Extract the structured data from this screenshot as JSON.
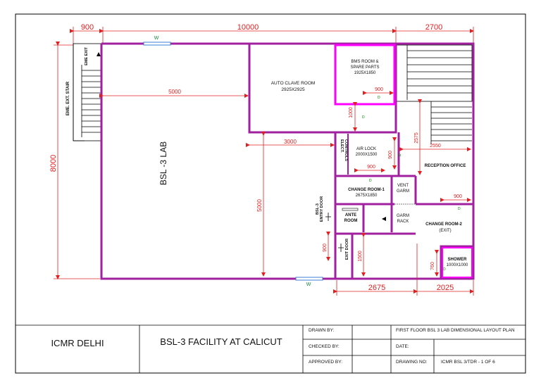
{
  "plan": {
    "lab_label": "BSL -3 LAB",
    "em_exit": "EME EXIT",
    "em_stair": "EME. EXT. STAIR",
    "window_mark": "W",
    "rooms": {
      "bms_title": "BMS ROOM &",
      "bms_title2": "SPARE PARTS",
      "bms_size": "1925X1850",
      "autoclave_title": "AUTO CLAVE ROOM",
      "autoclave_size": "2925X2925",
      "elect_line1": "ELECT.",
      "elect_line2": "CONTROLS",
      "airlock_title": "AIR LOCK",
      "airlock_size": "2000X1500",
      "reception": "RECEPTION OFFICE",
      "change1_title": "CHANGE ROOM-1",
      "change1_size": "2675X1850",
      "vent_line1": "VENT",
      "vent_line2": "GARM",
      "ante_line1": "ANTE",
      "ante_line2": "ROOM",
      "garm_line1": "GARM",
      "garm_line2": "RACK",
      "change2_title": "CHANGE ROOM-2",
      "change2_sub": "(EXIT)",
      "shower_title": "SHOWER",
      "shower_size": "1000X1000",
      "bsl3_entry1": "BSL-3",
      "bsl3_entry2": "ENTRY DOOR",
      "exit_door": "EXIT DOOR",
      "door_mark": "D"
    },
    "dimensions": {
      "top_left": "900",
      "top_mid": "10000",
      "top_right": "2700",
      "left_height": "8000",
      "lab_5000_h": "5000",
      "lab_3000": "3000",
      "lab_5000_v": "5000",
      "bms_900": "900",
      "bms_1000": "1000",
      "airlock_900": "900",
      "airlock_900v": "900",
      "reception_2575": "2575",
      "reception_2550": "2550",
      "change2_900": "900",
      "entry_900": "900",
      "exit_1500": "1500",
      "shower_760": "760",
      "bottom_2675": "2675",
      "bottom_2025": "2025"
    }
  },
  "title_block": {
    "client": "ICMR DELHI",
    "project": "BSL-3 FACILITY AT CALICUT",
    "drawn_by": "DRAWN BY:",
    "checked_by": "CHECKED BY:",
    "approved_by": "APPROVED BY:",
    "sheet_title": "FIRST FLOOR  BSL 3 LAB DIMENSIONAL LAYOUT PLAN",
    "date_label": "DATE:",
    "drawing_no_label": "DRAWING NO:",
    "drawing_no": "ICMR BSL 3/TDR - 1 OF 6"
  },
  "colors": {
    "wall": "#a020a0",
    "highlight": "#ff00ff",
    "dimension": "#e02020",
    "door": "#008000",
    "window": "#3b7fd6"
  }
}
